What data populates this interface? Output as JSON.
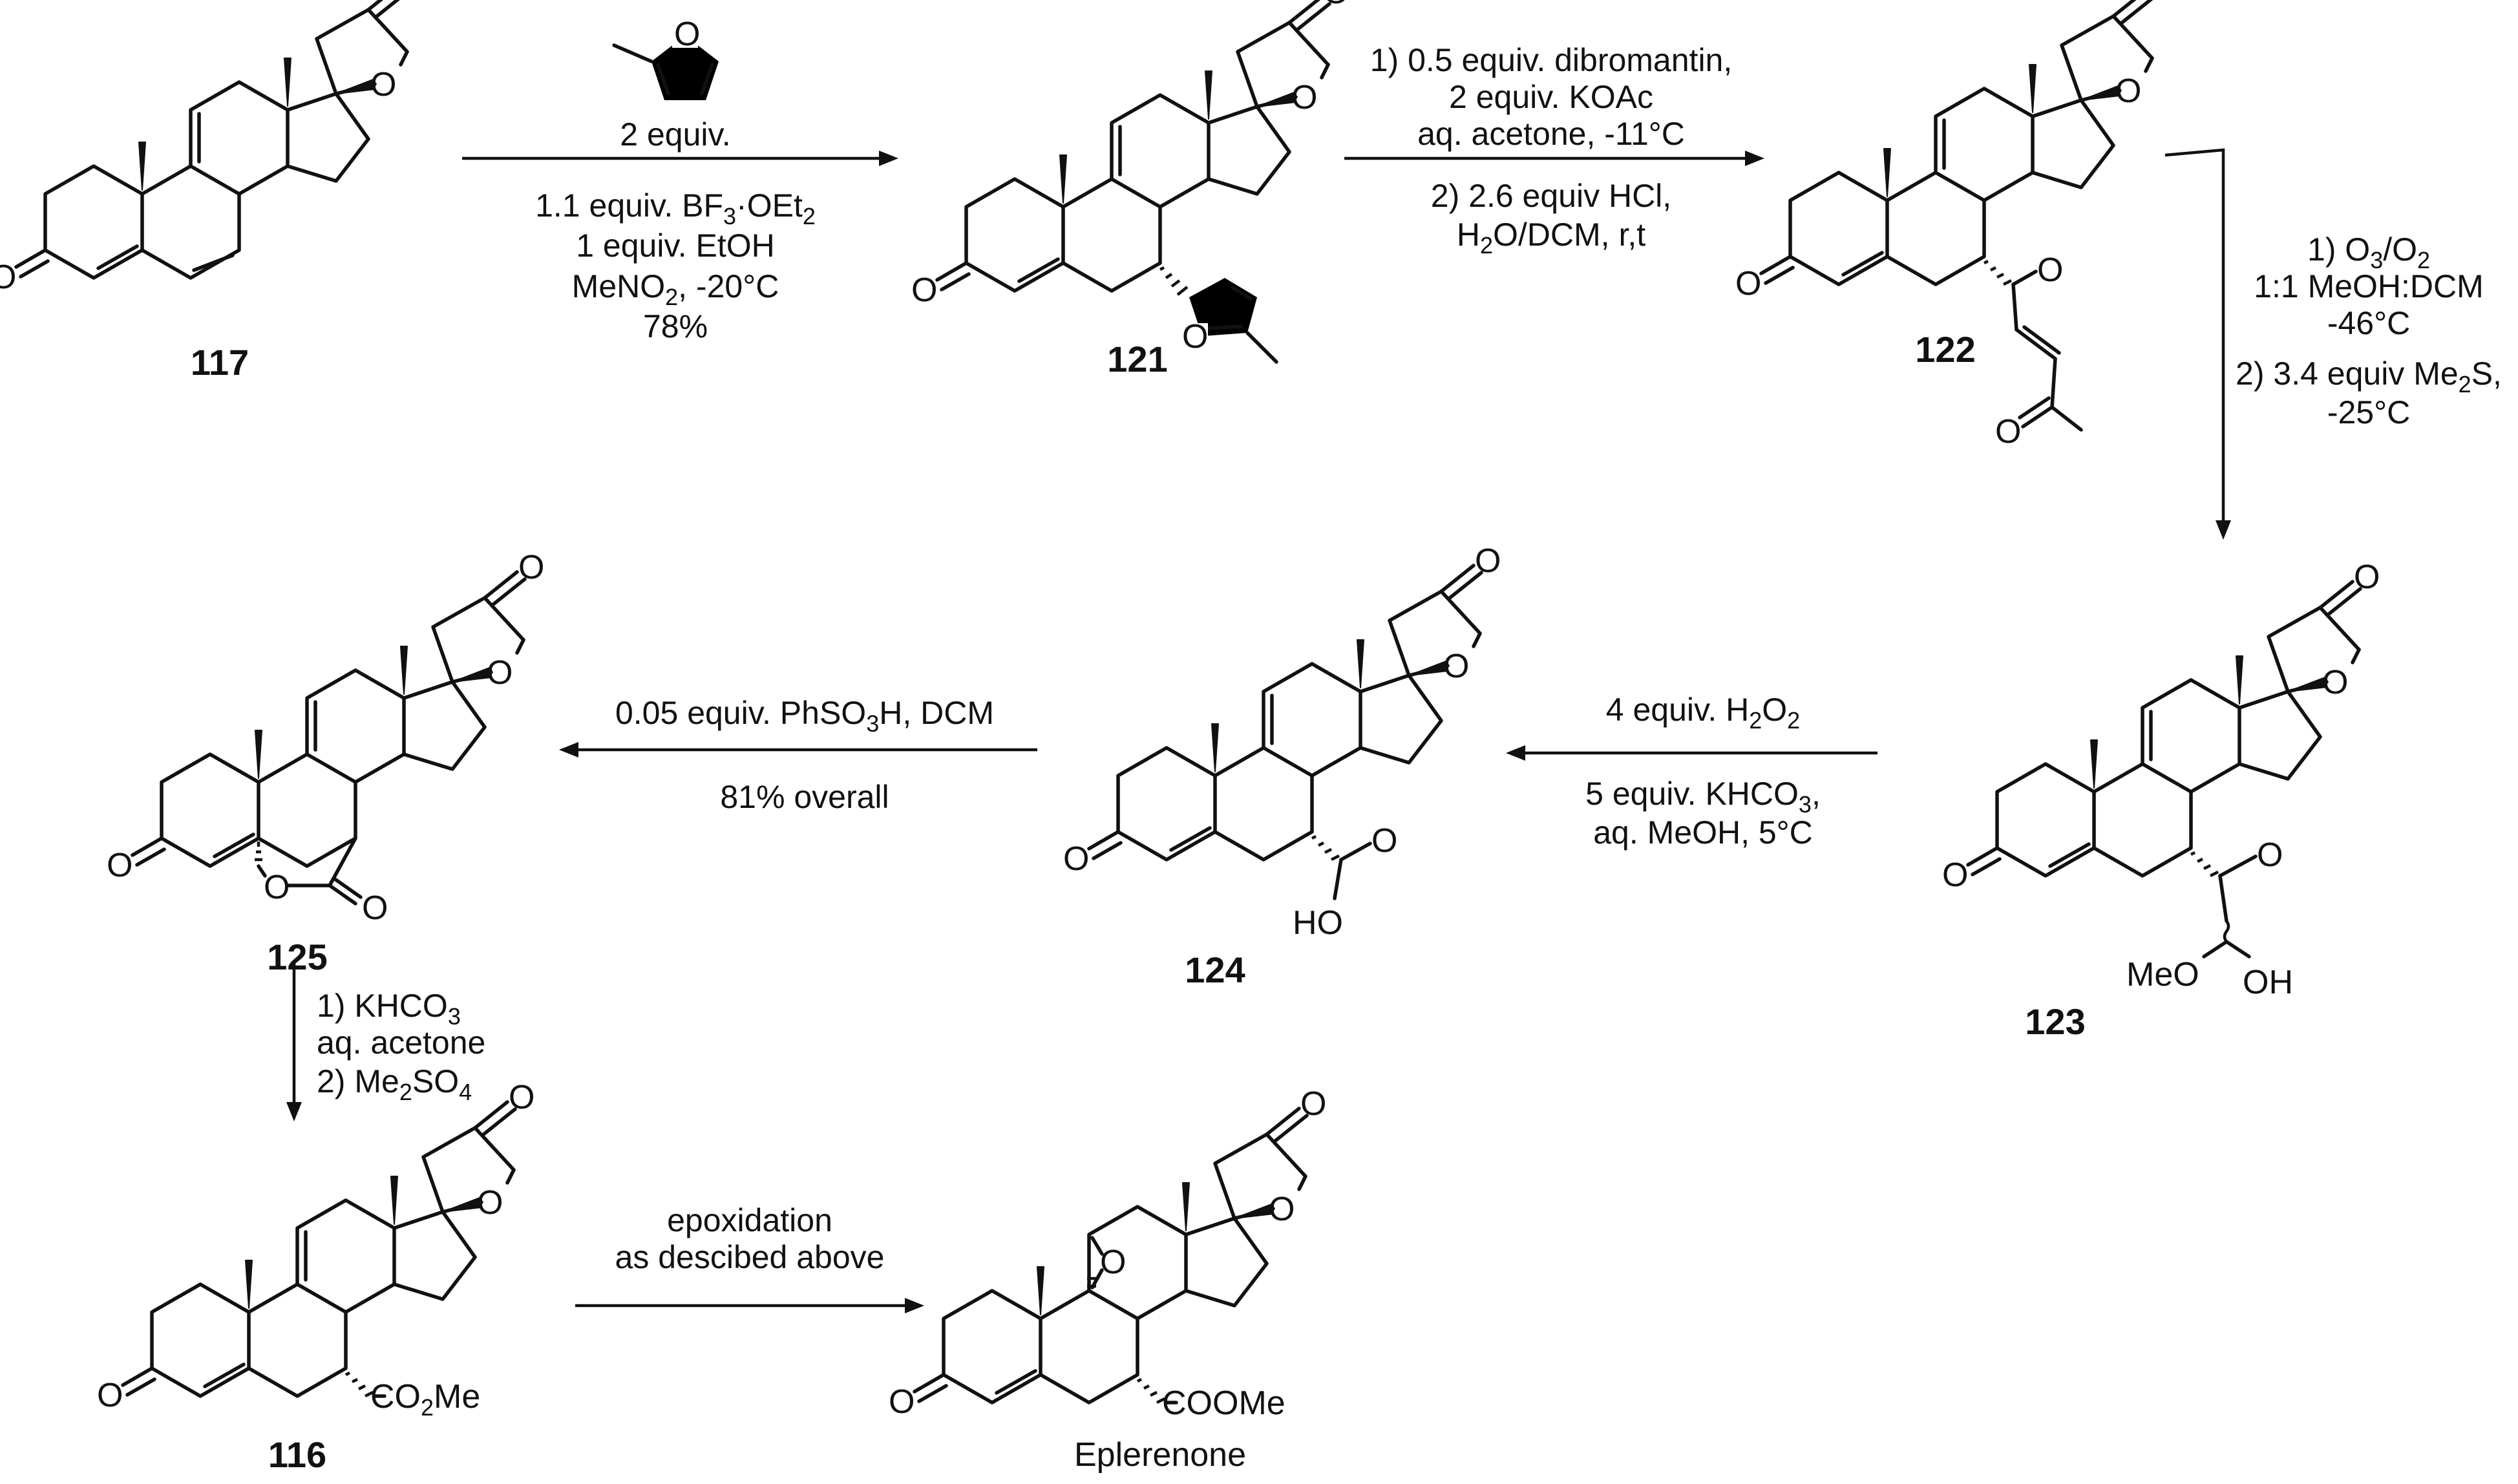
{
  "compounds": {
    "c117": "117",
    "c121": "121",
    "c122": "122",
    "c123": "123",
    "c124": "124",
    "c125": "125",
    "c116": "116",
    "eplerenone": "Eplerenone"
  },
  "atoms": {
    "O": "O",
    "HO": "HO",
    "OH": "OH",
    "MeO": "MeO",
    "CO2Me_pre": "CO",
    "CO2Me_sub": "2",
    "CO2Me_post": "Me",
    "COOMe": "COOMe"
  },
  "step1": {
    "reagent_amount": "2 equiv.",
    "line1_pre": "1.1 equiv. BF",
    "line1_sub1": "3",
    "line1_mid": "·OEt",
    "line1_sub2": "2",
    "line2": "1 equiv. EtOH",
    "line3_pre": "MeNO",
    "line3_sub": "2",
    "line3_post": ", -20°C",
    "yield": "78%"
  },
  "step2": {
    "line1": "1) 0.5 equiv. dibromantin,",
    "line2": "2 equiv. KOAc",
    "line3": "aq. acetone, -11°C",
    "line4": "2) 2.6 equiv HCl,",
    "line5_pre": "H",
    "line5_sub": "2",
    "line5_post": "O/DCM, r,t"
  },
  "step3": {
    "line1_pre": "1) O",
    "line1_sub1": "3",
    "line1_mid": "/O",
    "line1_sub2": "2",
    "line2": "1:1 MeOH:DCM",
    "line3": "-46°C",
    "line4_pre": "2) 3.4 equiv Me",
    "line4_sub": "2",
    "line4_post": "S,",
    "line5": "-25°C"
  },
  "step4": {
    "line1_pre": "4 equiv. H",
    "line1_sub1": "2",
    "line1_mid": "O",
    "line1_sub2": "2",
    "line2_pre": "5 equiv. KHCO",
    "line2_sub": "3",
    "line2_post": ",",
    "line3": "aq. MeOH, 5°C"
  },
  "step5": {
    "line1_pre": "0.05 equiv. PhSO",
    "line1_sub": "3",
    "line1_post": "H, DCM",
    "line2": "81% overall"
  },
  "step6": {
    "line1_pre": "1) KHCO",
    "line1_sub": "3",
    "line2": "aq. acetone",
    "line3_pre": "2) Me",
    "line3_sub": "2",
    "line3_mid": "SO",
    "line3_sub2": "4"
  },
  "step7": {
    "line1": "epoxidation",
    "line2": "as descibed above"
  }
}
